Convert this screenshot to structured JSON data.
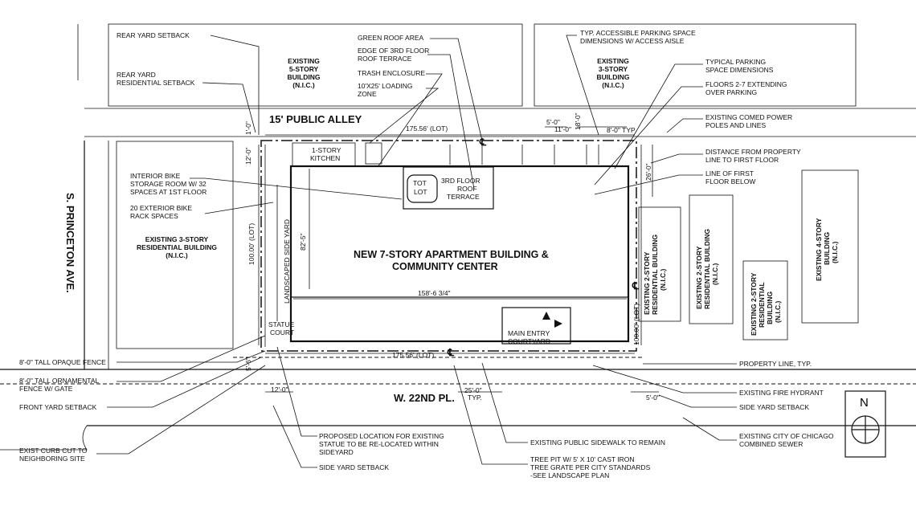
{
  "streets": {
    "alley": "15' PUBLIC ALLEY",
    "front_street": "W. 22ND PL.",
    "side_street": "S. PRINCETON AVE."
  },
  "buildings": {
    "main_line1": "NEW 7-STORY APARTMENT BUILDING &",
    "main_line2": "COMMUNITY CENTER",
    "nw": [
      "EXISTING",
      "5-STORY",
      "BUILDING",
      "(N.I.C.)"
    ],
    "ne": [
      "EXISTING",
      "3-STORY",
      "BUILDING",
      "(N.I.C.)"
    ],
    "west": [
      "EXISTING 3-STORY",
      "RESIDENTIAL BUILDING",
      "(N.I.C.)"
    ],
    "e1": [
      "EXISTING 2-STORY",
      "RESIDENTIAL BUILDING",
      "(N.I.C.)"
    ],
    "e2": [
      "EXISTING 2-STORY",
      "RESIDENTIAL BUILDING",
      "(N.I.C.)"
    ],
    "e3": [
      "EXISTING 2-STORY",
      "RESIDENTIAL",
      "BUILDING",
      "(N.I.C.)"
    ],
    "e4": [
      "EXISTING 4-STORY",
      "BUILDING",
      "(N.I.C.)"
    ]
  },
  "site_labels": {
    "kitchen": [
      "1-STORY",
      "KITCHEN"
    ],
    "tot_lot": [
      "TOT",
      "LOT"
    ],
    "roof_terrace": [
      "3RD FLOOR",
      "ROOF",
      "TERRACE"
    ],
    "landscaped_yard": "LANDSCAPED SIDE YARD",
    "statue_court": [
      "STATUE",
      "COURT"
    ],
    "entry": [
      "MAIN ENTRY",
      "COURTYARD"
    ]
  },
  "dimensions": {
    "lot_top": "175.56' (LOT)",
    "lot_bottom": "175.56' (LOT)",
    "building_width": "158'-6 3/4\"",
    "lot_west": "100.00' (LOT)",
    "lot_east": "100.00' (LOT)",
    "bldg_depth": "82'-5\"",
    "alley_width": "1'-0\"",
    "rear_12": "12'-0\"",
    "stall_5": "5'-0\"",
    "stall_11": "11'-0\"",
    "stall_18": "18'-0\"",
    "stall_8": "8'-0\" TYP",
    "east_26": "26'-0\"",
    "front_5_6": "5'-6\"",
    "side_12": "12'-0\"",
    "tree_25": "25'-0\"",
    "typ": "TYP.",
    "east_5": "5'-0\""
  },
  "callouts": {
    "rear_yard_setback": "REAR YARD SETBACK",
    "rear_yard_res": [
      "REAR YARD",
      "RESIDENTIAL SETBACK"
    ],
    "green_roof": "GREEN ROOF AREA",
    "edge_terrace": [
      "EDGE OF 3RD FLOOR",
      "ROOF TERRACE"
    ],
    "trash": "TRASH ENCLOSURE",
    "loading": [
      "10'X25' LOADING",
      "ZONE"
    ],
    "accessible": [
      "TYP. ACCESSIBLE PARKING SPACE",
      "DIMENSIONS W/ ACCESS AISLE"
    ],
    "typical_parking": [
      "TYPICAL PARKING",
      "SPACE DIMENSIONS"
    ],
    "floors": [
      "FLOORS 2-7 EXTENDING",
      "OVER PARKING"
    ],
    "comed": [
      "EXISTING COMED POWER",
      "POLES AND LINES"
    ],
    "distance": [
      "DISTANCE FROM PROPERTY",
      "LINE TO FIRST FLOOR"
    ],
    "line_first": [
      "LINE OF FIRST",
      "FLOOR BELOW"
    ],
    "bike_room": [
      "INTERIOR BIKE",
      "STORAGE ROOM W/ 32",
      "SPACES AT 1ST FLOOR"
    ],
    "bike_rack": [
      "20 EXTERIOR BIKE",
      "RACK SPACES"
    ],
    "opaque_fence": "8'-0\" TALL OPAQUE FENCE",
    "ornamental_fence": [
      "8'-0\" TALL ORNAMENTAL",
      "FENCE W/ GATE"
    ],
    "front_setback": "FRONT YARD SETBACK",
    "curb_cut": [
      "EXIST CURB CUT TO",
      "NEIGHBORING SITE"
    ],
    "statue_loc": [
      "PROPOSED LOCATION FOR EXISTING",
      "STATUE TO BE RE-LOCATED WITHIN",
      "SIDEYARD"
    ],
    "side_setback_w": "SIDE YARD SETBACK",
    "sidewalk": "EXISTING PUBLIC SIDEWALK TO REMAIN",
    "tree_pit": [
      "TREE PIT W/ 5' X 10' CAST IRON",
      "TREE GRATE PER CITY STANDARDS",
      "-SEE LANDSCAPE PLAN"
    ],
    "property_line": "PROPERTY LINE, TYP.",
    "hydrant": "EXISTING FIRE HYDRANT",
    "side_setback_e": "SIDE YARD SETBACK",
    "sewer": [
      "EXISTING CITY OF CHICAGO",
      "COMBINED SEWER"
    ]
  },
  "north": "N"
}
